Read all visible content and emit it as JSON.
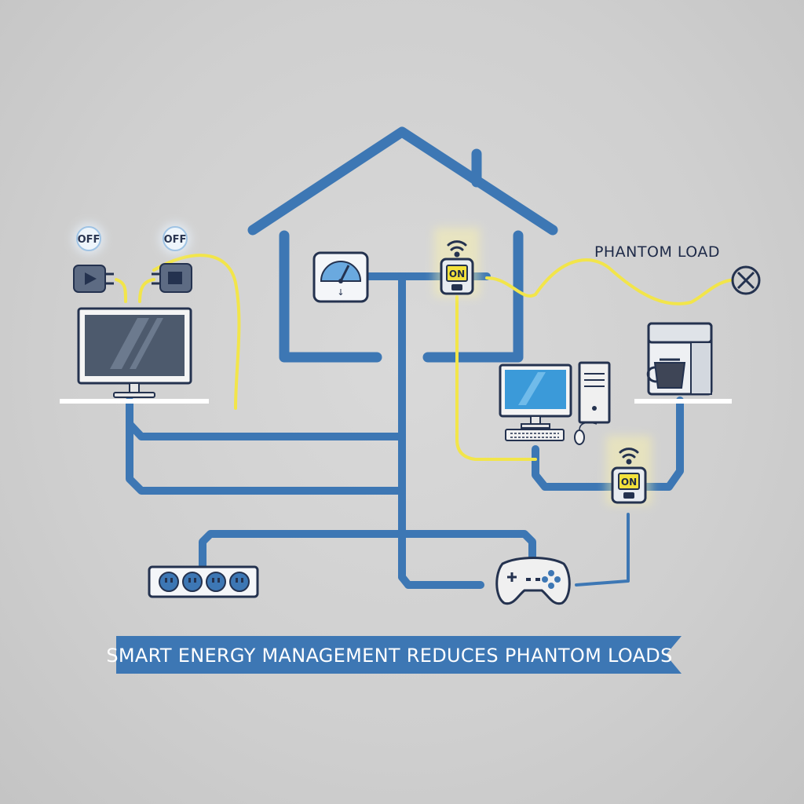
{
  "plugs": [
    {
      "status": "OFF"
    },
    {
      "status": "OFF"
    }
  ],
  "smart_plugs": [
    {
      "status": "ON"
    },
    {
      "status": "ON"
    }
  ],
  "phantom_load_label": "PHANTOM LOAD",
  "banner": {
    "text": "SMART ENERGY MANAGEMENT REDUCES PHANTOM LOADS"
  },
  "colors": {
    "background": "#cfcfcf",
    "wire": "#3d77b4",
    "phantom_wire": "#f2e54a",
    "banner": "#3d77b4",
    "on_badge": "#f3e13c",
    "dark_outline": "#24324f"
  }
}
